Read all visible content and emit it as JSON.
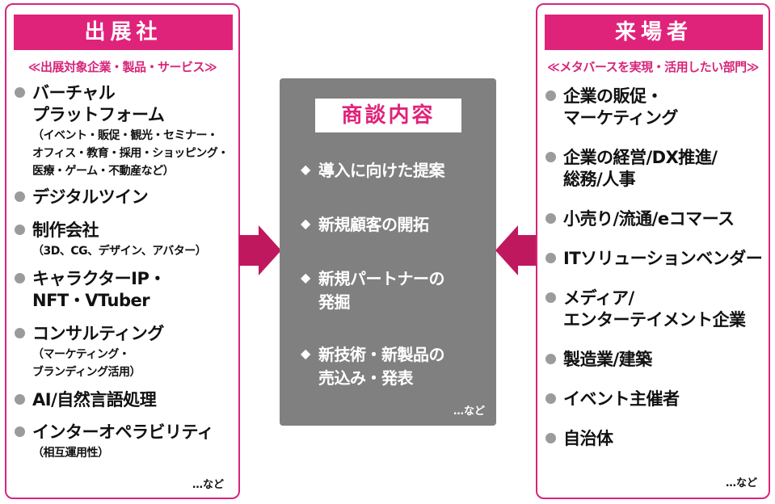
{
  "left": {
    "header": "出展社",
    "subheader": "≪出展対象企業・製品・サービス≫",
    "items": [
      {
        "label": "バーチャル\nプラットフォーム",
        "sub": "（イベント・販促・観光・セミナー・\nオフィス・教育・採用・ショッピング・\n医療・ゲーム・不動産など）"
      },
      {
        "label": "デジタルツイン",
        "sub": ""
      },
      {
        "label": "制作会社",
        "sub": "（3D、CG、デザイン、アバター）"
      },
      {
        "label": "キャラクターIP・\nNFT・VTuber",
        "sub": ""
      },
      {
        "label": "コンサルティング",
        "sub": "（マーケティング・\nブランディング活用）"
      },
      {
        "label": "AI/自然言語処理",
        "sub": ""
      },
      {
        "label": "インターオペラビリティ",
        "sub": "（相互運用性）"
      }
    ],
    "etc": "…など"
  },
  "center": {
    "title": "商談内容",
    "items": [
      "導入に向けた提案",
      "新規顧客の開拓",
      "新規パートナーの\n発掘",
      "新技術・新製品の\n売込み・発表"
    ],
    "etc": "…など"
  },
  "right": {
    "header": "来場者",
    "subheader": "≪メタバースを実現・活用したい部門≫",
    "items": [
      {
        "label": "企業の販促・\nマーケティング"
      },
      {
        "label": "企業の経営/DX推進/\n総務/人事"
      },
      {
        "label": "小売り/流通/eコマース"
      },
      {
        "label": "ITソリューションベンダー"
      },
      {
        "label": "メディア/\nエンターテイメント企業"
      },
      {
        "label": "製造業/建築"
      },
      {
        "label": "イベント主催者"
      },
      {
        "label": "自治体"
      }
    ],
    "etc": "…など"
  },
  "colors": {
    "accent": "#e0237a",
    "center_bg": "#808080",
    "bullet": "#9b9b9b"
  },
  "icons": {
    "bullet": "gray-circle-bullet",
    "center_bullet": "diamond-icon",
    "arrows": "right-arrow-icon / left-arrow-icon"
  }
}
